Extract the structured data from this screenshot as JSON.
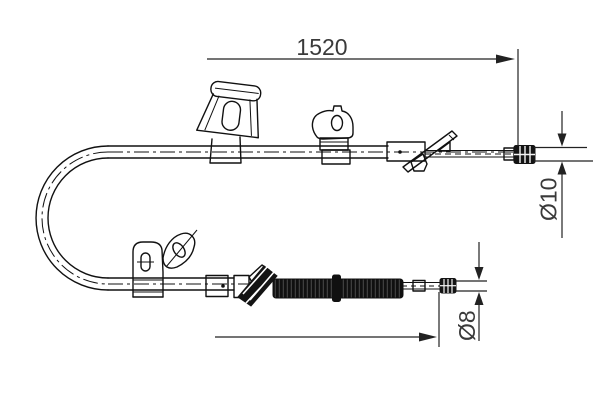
{
  "meta": {
    "drawing_kind": "parking-brake-cable technical drawing",
    "background": "#ffffff",
    "line_color": "#111111",
    "text_color": "#3a3a3a"
  },
  "dimensions": {
    "length": {
      "label": "1520"
    },
    "upper_diameter": {
      "label": "Ø10"
    },
    "lower_diameter": {
      "label": "Ø8"
    }
  }
}
